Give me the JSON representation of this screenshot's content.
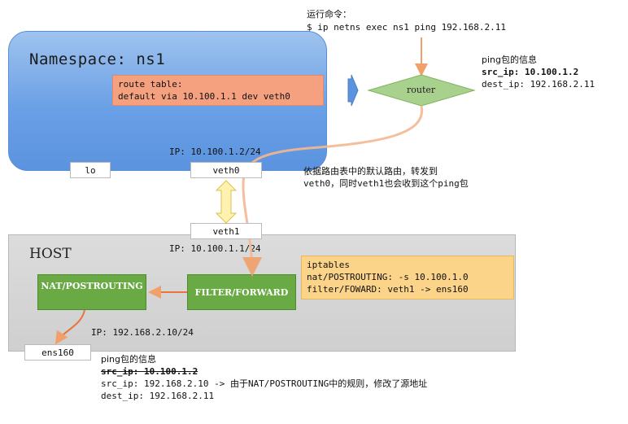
{
  "namespace": {
    "title": "Namespace: ns1",
    "route_line1": "route table:",
    "route_line2": "default via 10.100.1.1 dev veth0",
    "ip": "IP: 10.100.1.2/24",
    "lo": "lo",
    "veth0": "veth0"
  },
  "command": {
    "label": "运行命令：",
    "text": "$ ip netns exec ns1 ping 192.168.2.11"
  },
  "router": {
    "label": "router"
  },
  "ping_info_1": {
    "title": "ping包的信息",
    "src": "src_ip: 10.100.1.2",
    "dest": "dest_ip: 192.168.2.11"
  },
  "route_note": {
    "line1": "依据路由表中的默认路由，转发到",
    "line2": "veth0，同时veth1也会收到这个ping包"
  },
  "host": {
    "title": "HOST",
    "veth1": "veth1",
    "veth1_ip": "IP: 10.100.1.1/24",
    "nat": "NAT/POSTROUTING",
    "filter": "FILTER/FORWARD",
    "iptables_title": "iptables",
    "iptables_nat": "nat/POSTROUTING: -s 10.100.1.0",
    "iptables_filter": "filter/FOWARD: veth1 -> ens160",
    "ens_ip": "IP: 192.168.2.10/24",
    "ens160": "ens160"
  },
  "ping_info_2": {
    "title": "ping包的信息",
    "old_src": "src_ip: 10.100.1.2",
    "new_src": "src_ip: 192.168.2.10 -> 由于NAT/POSTROUTING中的规则，修改了源地址",
    "dest": "dest_ip: 192.168.2.11"
  },
  "colors": {
    "namespace": "#6aa0e6",
    "route_table": "#f5a07f",
    "router": "#a9d18e",
    "green_box": "#6aaa45",
    "iptables": "#fbd489",
    "arrow_orange": "#f0a06a",
    "veth_link": "#fff2b0"
  }
}
